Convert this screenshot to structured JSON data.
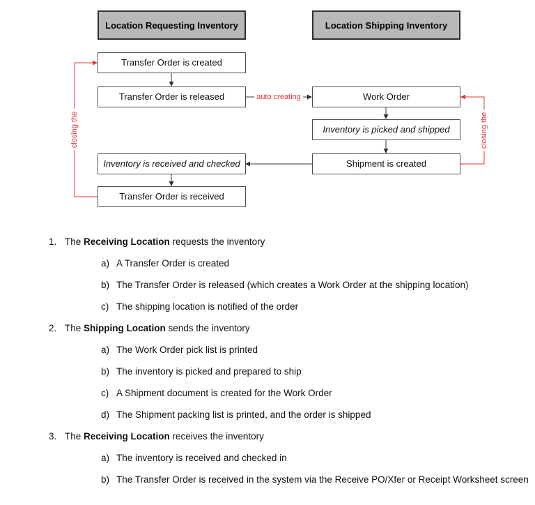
{
  "palette": {
    "red_accent": "#e03535",
    "black_line": "#333333",
    "header_fill": "#b8b8b8",
    "box_border": "#4d4d4d"
  },
  "diagram": {
    "left_header": "Location Requesting Inventory",
    "right_header": "Location Shipping Inventory",
    "boxes": {
      "to_created": "Transfer Order is created",
      "to_released": "Transfer Order is released",
      "inv_received": "Inventory is received and checked",
      "to_received": "Transfer Order is received",
      "work_order": "Work Order",
      "inv_picked": "Inventory is picked and shipped",
      "shipment_created": "Shipment is created"
    },
    "labels": {
      "auto_creating": "auto creating",
      "closing_left": "closing the",
      "closing_right": "closing the"
    }
  },
  "steps": [
    {
      "number": "1.",
      "prefix": "The ",
      "bold": "Receiving Location",
      "suffix": " requests the inventory",
      "subs": [
        {
          "letter": "a)",
          "text": "A Transfer Order is created"
        },
        {
          "letter": "b)",
          "text": "The Transfer Order is released (which creates a Work Order at the shipping location)"
        },
        {
          "letter": "c)",
          "text": "The shipping location is notified of the order"
        }
      ]
    },
    {
      "number": "2.",
      "prefix": "The ",
      "bold": "Shipping Location",
      "suffix": " sends the inventory",
      "subs": [
        {
          "letter": "a)",
          "text": "The Work Order pick list is printed"
        },
        {
          "letter": "b)",
          "text": "The inventory is picked and prepared to ship"
        },
        {
          "letter": "c)",
          "text": "A Shipment document is created for the Work Order"
        },
        {
          "letter": "d)",
          "text": "The Shipment packing list is printed, and the order is shipped"
        }
      ]
    },
    {
      "number": "3.",
      "prefix": "The ",
      "bold": "Receiving Location",
      "suffix": " receives the inventory",
      "subs": [
        {
          "letter": "a)",
          "text": "The inventory is received and checked in"
        },
        {
          "letter": "b)",
          "text": "The Transfer Order is received in the system via the Receive PO/Xfer or Receipt Worksheet screen"
        }
      ]
    }
  ]
}
